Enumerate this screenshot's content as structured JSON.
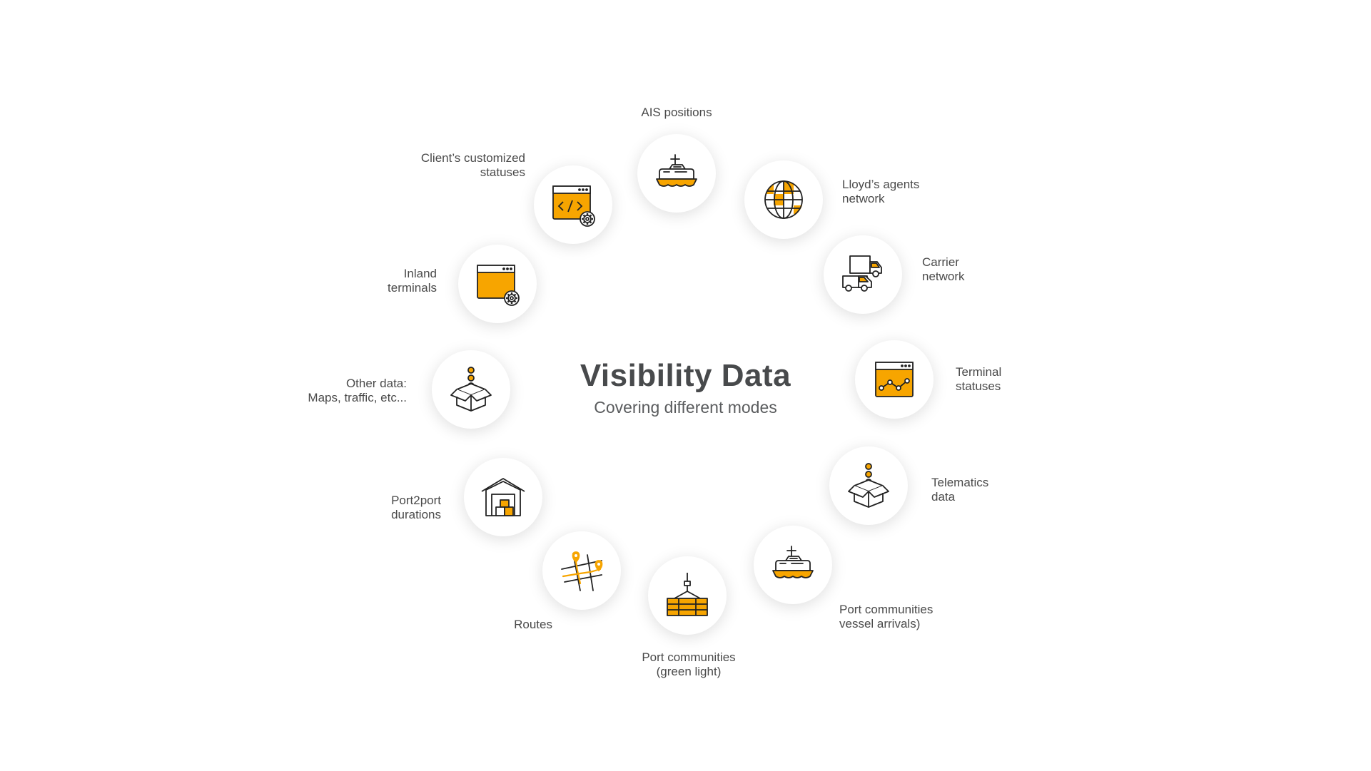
{
  "center": {
    "title": "Visibility Data",
    "subtitle": "Covering different modes"
  },
  "colors": {
    "accent": "#F7A500",
    "stroke": "#222222",
    "text": "#4a4a4a"
  },
  "nodes": [
    {
      "id": "ais",
      "icon": "ship-icon",
      "label": [
        "AIS positions"
      ]
    },
    {
      "id": "lloyds",
      "icon": "globe-icon",
      "label": [
        "Lloyd’s agents",
        "network"
      ]
    },
    {
      "id": "carrier",
      "icon": "trucks-icon",
      "label": [
        "Carrier",
        "network"
      ]
    },
    {
      "id": "terminal",
      "icon": "browser-chart-icon",
      "label": [
        "Terminal",
        "statuses"
      ]
    },
    {
      "id": "telematics",
      "icon": "box-dots-icon",
      "label": [
        "Telematics",
        "data"
      ]
    },
    {
      "id": "port-vessel",
      "icon": "ship-icon",
      "label": [
        "Port communities",
        "vessel arrivals)"
      ]
    },
    {
      "id": "port-green",
      "icon": "container-crane-icon",
      "label": [
        "Port communities",
        "(green light)"
      ]
    },
    {
      "id": "routes",
      "icon": "map-route-icon",
      "label": [
        "Routes"
      ]
    },
    {
      "id": "port2port",
      "icon": "warehouse-icon",
      "label": [
        "Port2port",
        "durations"
      ]
    },
    {
      "id": "other",
      "icon": "box-dots-icon",
      "label": [
        "Other data:",
        "Maps, traffic, etc..."
      ]
    },
    {
      "id": "inland",
      "icon": "browser-gear-icon",
      "label": [
        "Inland",
        "terminals"
      ]
    },
    {
      "id": "client",
      "icon": "browser-code-icon",
      "label": [
        "Client’s customized",
        "statuses"
      ]
    }
  ]
}
